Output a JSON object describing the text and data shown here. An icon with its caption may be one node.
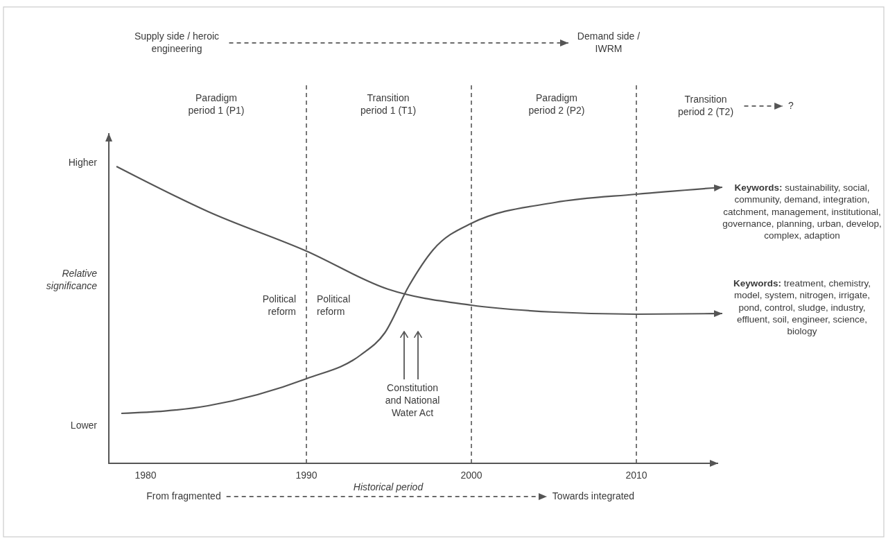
{
  "diagram": {
    "nodes": [
      {
        "text": [
          "Supply side / heroic engineering"
        ]
      },
      {
        "text": [
          "Demand side / IWRM"
        ]
      },
      {
        "text": [
          "Transition period 2 (T2)"
        ]
      },
      {
        "text": [
          "?"
        ]
      },
      {
        "text": [
          "**Keywords:** sustainability, social, community, demand, integration, catchment, management, institutional, governance, planning, urban, develop, complex, adaption"
        ]
      },
      {
        "text": [
          "**Keywords:** treatment, chemistry, model, system, nitrogen, irrigate, pond, control, sludge, industry, effluent, soil, engineer, science, biology"
        ]
      },
      {
        "text": [
          "Constitution and National Water Act"
        ]
      },
      {
        "text": [
          "From fragmented"
        ]
      },
      {
        "text": [
          "Towards integrated"
        ]
      }
    ],
    "edges": [
      {
        "from": 0,
        "to": 1,
        "arrow": "to",
        "style": "dashed"
      },
      {
        "from": 2,
        "to": 3,
        "arrow": "to",
        "style": "dashed"
      },
      {
        "from": null,
        "to": 4,
        "arrow": "to"
      },
      {
        "from": null,
        "to": 5,
        "arrow": "to"
      },
      {
        "from": 6,
        "to": null,
        "arrow": "to"
      },
      {
        "from": 6,
        "to": null,
        "arrow": "to"
      },
      {
        "from": 7,
        "to": 8,
        "arrow": "to",
        "style": "dashed"
      }
    ],
    "labels": [
      "Paradigm period 1 (P1)",
      "Transition period 1 (T1)",
      "Paradigm period 2 (P2)",
      "Higher",
      "Relative significance",
      "Political reform",
      "Political reform",
      "Lower",
      "1980",
      "1990",
      "2000",
      "2010",
      "Historical period"
    ]
  }
}
